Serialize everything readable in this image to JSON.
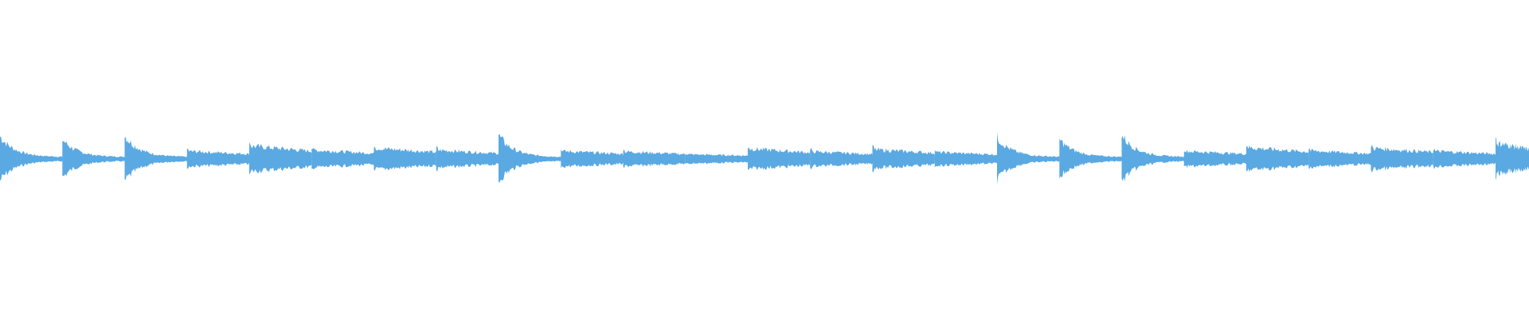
{
  "waveform": {
    "color": "#5aa9e2",
    "background": "#ffffff",
    "segments": [
      {
        "strength": 1.0,
        "decay": "sharp"
      },
      {
        "strength": 0.85,
        "decay": "sharp"
      },
      {
        "strength": 1.05,
        "decay": "sharp"
      },
      {
        "strength": 0.3,
        "decay": "flat"
      },
      {
        "strength": 0.55,
        "decay": "flat"
      },
      {
        "strength": 0.35,
        "decay": "flat"
      },
      {
        "strength": 0.45,
        "decay": "flat"
      },
      {
        "strength": 0.35,
        "decay": "flat"
      },
      {
        "strength": 1.05,
        "decay": "sharp"
      },
      {
        "strength": 0.3,
        "decay": "flat"
      },
      {
        "strength": 0.28,
        "decay": "flat"
      },
      {
        "strength": 0.15,
        "decay": "flat"
      },
      {
        "strength": 0.42,
        "decay": "flat"
      },
      {
        "strength": 0.28,
        "decay": "flat"
      },
      {
        "strength": 0.38,
        "decay": "flat"
      },
      {
        "strength": 0.25,
        "decay": "flat"
      },
      {
        "strength": 0.95,
        "decay": "sharp"
      },
      {
        "strength": 0.85,
        "decay": "sharp"
      },
      {
        "strength": 1.05,
        "decay": "sharp"
      },
      {
        "strength": 0.3,
        "decay": "flat"
      },
      {
        "strength": 0.48,
        "decay": "flat"
      },
      {
        "strength": 0.32,
        "decay": "flat"
      },
      {
        "strength": 0.45,
        "decay": "flat"
      },
      {
        "strength": 0.3,
        "decay": "flat"
      },
      {
        "strength": 0.7,
        "decay": "flat"
      }
    ]
  }
}
